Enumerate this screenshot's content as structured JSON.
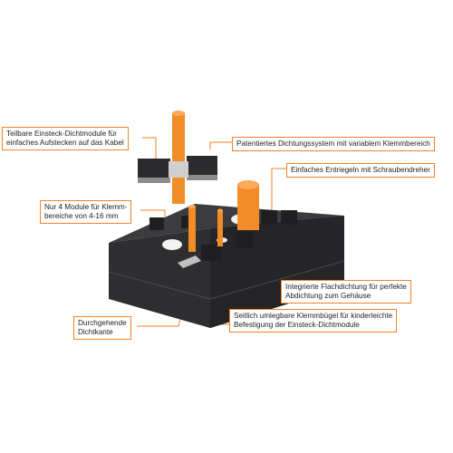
{
  "colors": {
    "accent": "#f0832a",
    "block_dark": "#2b2b2d",
    "block_mid": "#3a3a3c",
    "cable_orange": "#f28c28",
    "background": "#ffffff"
  },
  "callouts": [
    {
      "id": "teilbare",
      "lines": [
        "Teilbare Einsteck-Dichtmodule für",
        "einfaches Aufstecken auf das Kabel"
      ]
    },
    {
      "id": "patentiertes",
      "lines": [
        "Patentiertes Dichtungssystem mit variablem Klemmbereich"
      ]
    },
    {
      "id": "entriegeln",
      "lines": [
        "Einfaches Entriegeln mit Schraubendreher"
      ]
    },
    {
      "id": "module",
      "lines": [
        "Nur 4 Module für Klemm-",
        "bereiche von 4-16 mm"
      ]
    },
    {
      "id": "flachdichtung",
      "lines": [
        "Integrierte Flachdichtung für perfekte",
        "Abdichtung zum Gehäuse"
      ]
    },
    {
      "id": "klemmbuegel",
      "lines": [
        "Seitlich umlegbare Klemmbügel für kinderleichte",
        "Befestigung der Einsteck-Dichtmodule"
      ]
    },
    {
      "id": "dichtkante",
      "lines": [
        "Durchgehende",
        "Dichtkante"
      ]
    }
  ]
}
